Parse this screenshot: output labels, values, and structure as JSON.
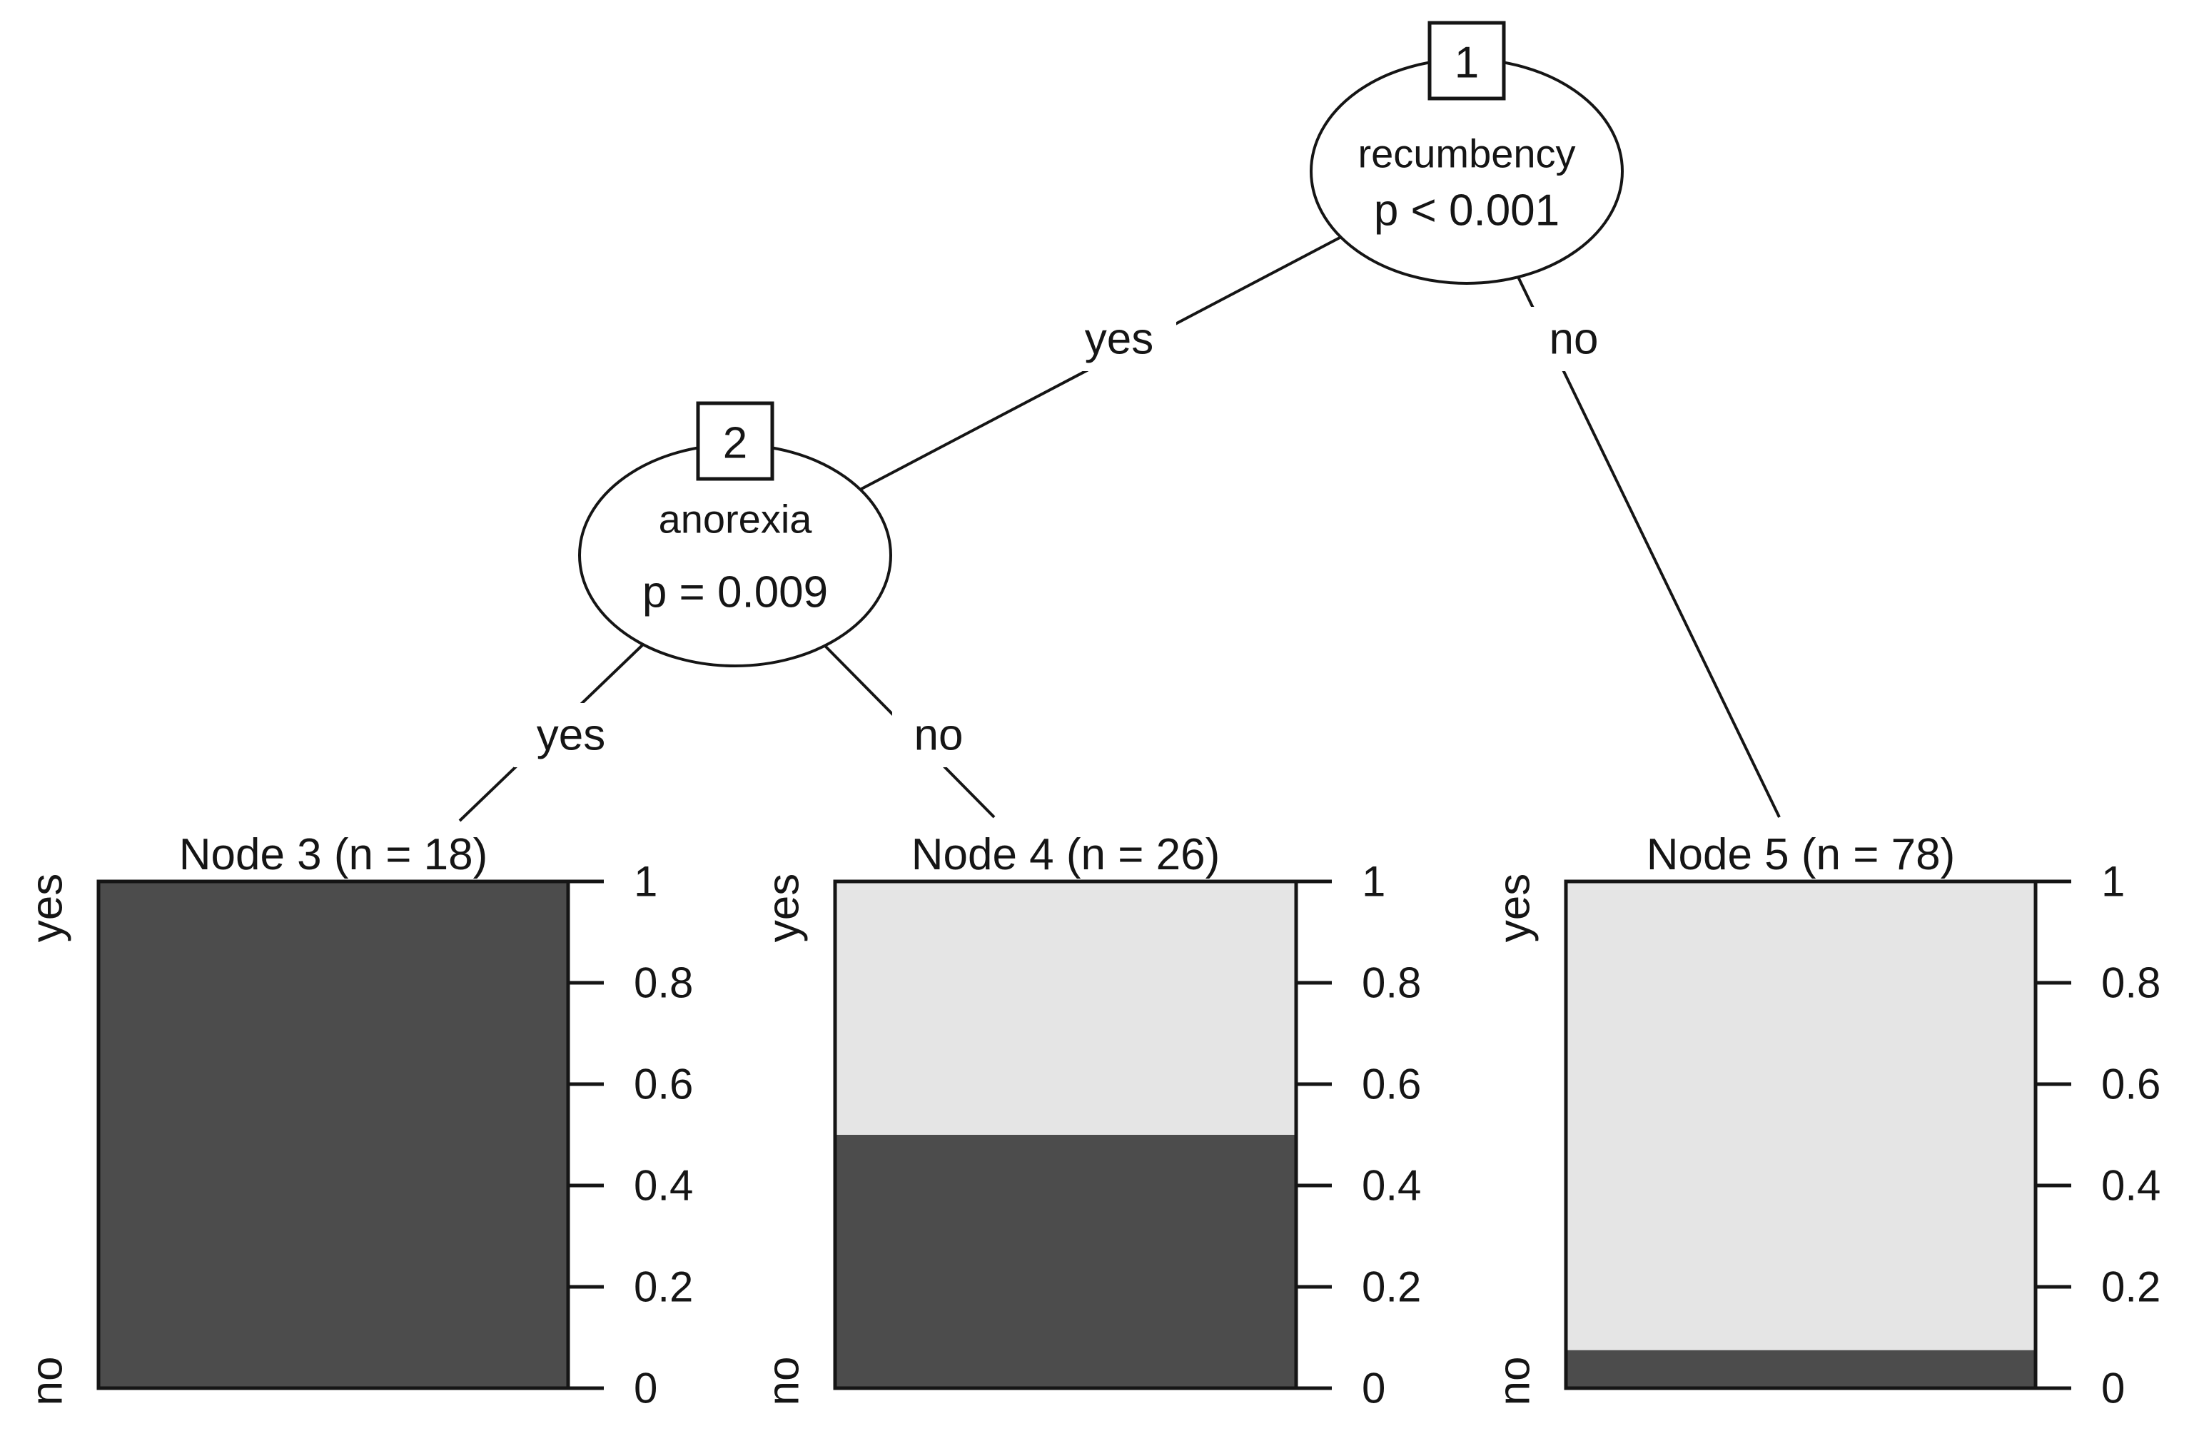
{
  "figure": {
    "kind": "conditional inference tree plot",
    "background": "#ffffff"
  },
  "chart_data": {
    "type": "decision-tree-stacked-barplot",
    "inner_nodes": [
      {
        "id": "1",
        "variable": "recumbency",
        "p_value": "p < 0.001",
        "edges": [
          {
            "label": "yes"
          },
          {
            "label": "no"
          }
        ]
      },
      {
        "id": "2",
        "variable": "anorexia",
        "p_value": "p = 0.009",
        "edges": [
          {
            "label": "yes"
          },
          {
            "label": "no"
          }
        ]
      }
    ],
    "terminal_nodes": [
      {
        "title": "Node 3 (n = 18)",
        "n": 18,
        "p_dark": 1.0
      },
      {
        "title": "Node 4 (n = 26)",
        "n": 26,
        "p_dark": 0.5
      },
      {
        "title": "Node 5 (n = 78)",
        "n": 78,
        "p_dark": 0.075
      }
    ],
    "y_axis": {
      "range": [
        0,
        1
      ],
      "ticks": [
        "1",
        "0.8",
        "0.6",
        "0.4",
        "0.2",
        "0"
      ]
    },
    "bar_category_top": "yes",
    "bar_category_bottom": "no",
    "colors": {
      "dark": "#4C4C4C",
      "light": "#E5E5E5",
      "stroke": "#151515"
    }
  }
}
